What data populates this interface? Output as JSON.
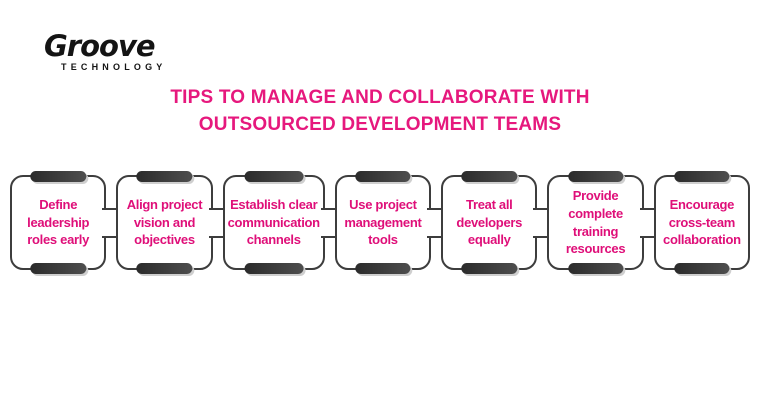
{
  "logo": {
    "brand": "Groove",
    "sub": "TECHNOLOGY"
  },
  "title": {
    "line1": "TIPS TO MANAGE AND COLLABORATE WITH",
    "line2": "OUTSOURCED DEVELOPMENT TEAMS"
  },
  "steps": [
    {
      "label": "Define leadership roles early"
    },
    {
      "label": "Align project vision and objectives"
    },
    {
      "label": "Establish clear communication channels"
    },
    {
      "label": "Use project management tools"
    },
    {
      "label": "Treat all developers equally"
    },
    {
      "label": "Provide complete training resources"
    },
    {
      "label": "Encourage cross-team collaboration"
    }
  ],
  "colors": {
    "title_pink": "#E6187D",
    "label_pink": "#DF0F79",
    "border_dark": "#3D3D3D",
    "pill_dark_1": "#2B2B2B",
    "pill_dark_2": "#4E4E4E",
    "pill_shadow": "#CFCFCF",
    "logo_black": "#141414",
    "bg": "#FFFFFF"
  }
}
